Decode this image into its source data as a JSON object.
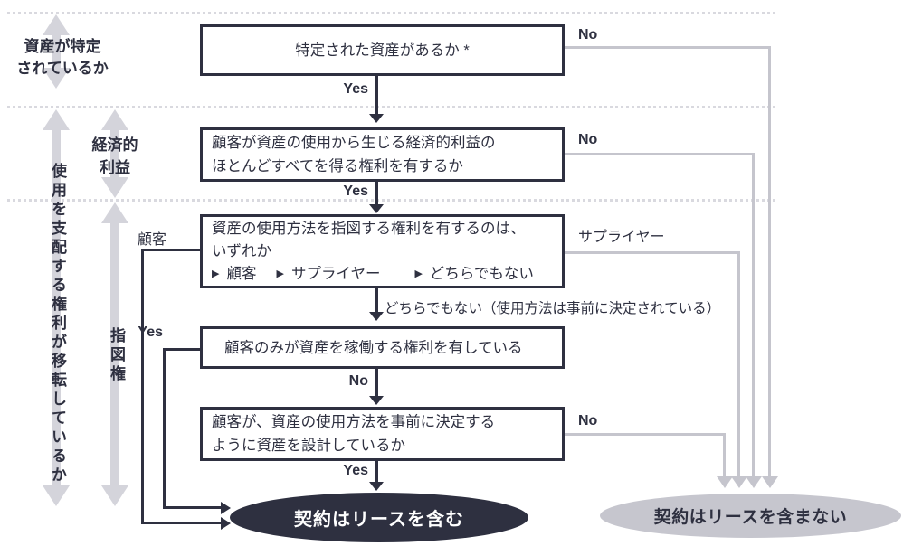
{
  "colors": {
    "ink": "#2e3040",
    "line_gray": "#c5c5cd",
    "side_arrow_gray": "#d4d4db",
    "ellipse_gray": "#c6c6ce"
  },
  "side": {
    "asset_identified_l1": "資産が特定",
    "asset_identified_l2": "されているか",
    "economic_l1": "経済的",
    "economic_l2": "利益",
    "control": "使用を支配する権利が移転しているか",
    "direction": "指図権"
  },
  "boxes": {
    "q1": {
      "line1": "特定された資産があるか *"
    },
    "q2": {
      "line1": "顧客が資産の使用から生じる経済的利益の",
      "line2": "ほとんどすべてを得る権利を有するか"
    },
    "q3": {
      "line1": "資産の使用方法を指図する権利を有するのは、",
      "line2": "いずれか",
      "opt_marker": "▶",
      "opt1": "顧客",
      "opt2": "サプライヤー",
      "opt3": "どちらでもない"
    },
    "q4": {
      "line1": "顧客のみが資産を稼働する権利を有している"
    },
    "q5": {
      "line1": "顧客が、資産の使用方法を事前に決定する",
      "line2": "ように資産を設計しているか"
    }
  },
  "edges": {
    "q1_yes": "Yes",
    "q1_no": "No",
    "q2_yes": "Yes",
    "q2_no": "No",
    "q3_customer": "顧客",
    "q3_supplier": "サプライヤー",
    "q3_neither": "どちらでもない（使用方法は事前に決定されている）",
    "q4_yes": "Yes",
    "q4_no": "No",
    "q5_yes": "Yes",
    "q5_no": "No"
  },
  "outcomes": {
    "lease": "契約はリースを含む",
    "no_lease": "契約はリースを含まない"
  }
}
